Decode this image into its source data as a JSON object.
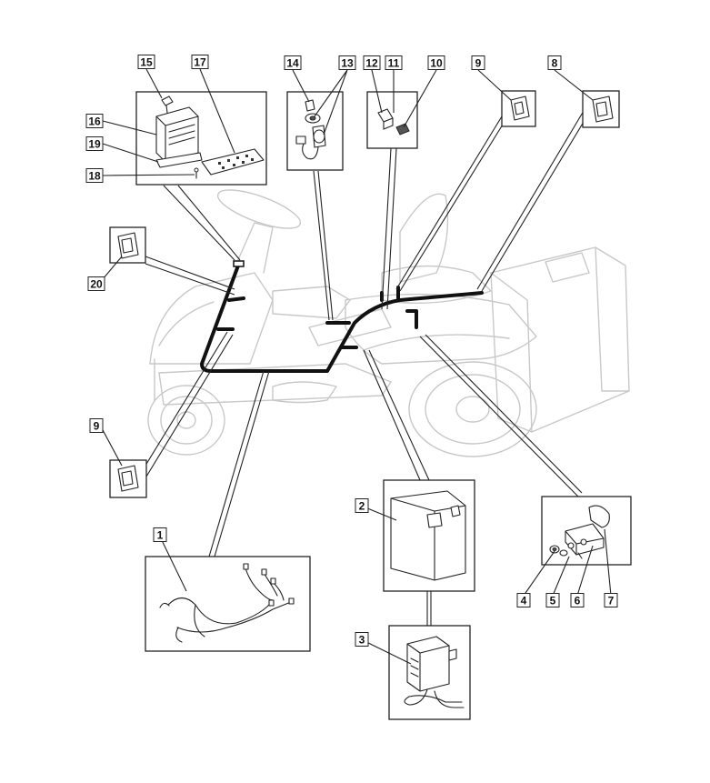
{
  "callouts": [
    {
      "id": "c15",
      "text": "15"
    },
    {
      "id": "c17",
      "text": "17"
    },
    {
      "id": "c14",
      "text": "14"
    },
    {
      "id": "c13",
      "text": "13"
    },
    {
      "id": "c12",
      "text": "12"
    },
    {
      "id": "c11",
      "text": "11"
    },
    {
      "id": "c10",
      "text": "10"
    },
    {
      "id": "c9a",
      "text": "9"
    },
    {
      "id": "c8",
      "text": "8"
    },
    {
      "id": "c16",
      "text": "16"
    },
    {
      "id": "c19",
      "text": "19"
    },
    {
      "id": "c18",
      "text": "18"
    },
    {
      "id": "c20",
      "text": "20"
    },
    {
      "id": "c9b",
      "text": "9"
    },
    {
      "id": "c1",
      "text": "1"
    },
    {
      "id": "c2",
      "text": "2"
    },
    {
      "id": "c3",
      "text": "3"
    },
    {
      "id": "c4",
      "text": "4"
    },
    {
      "id": "c5",
      "text": "5"
    },
    {
      "id": "c6",
      "text": "6"
    },
    {
      "id": "c7",
      "text": "7"
    }
  ]
}
